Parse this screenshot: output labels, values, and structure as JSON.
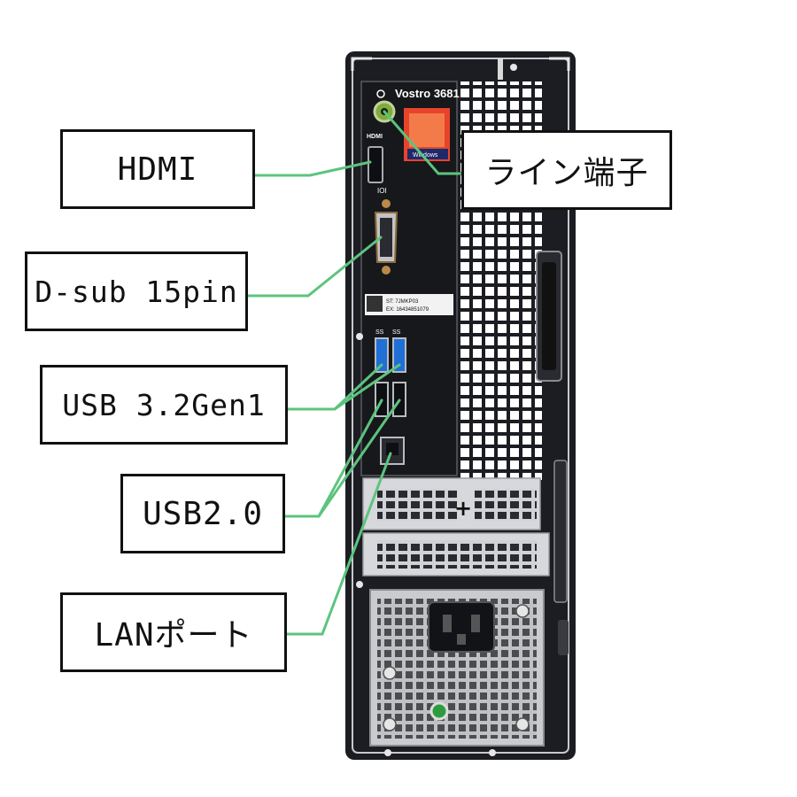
{
  "device": {
    "model_label": "Vostro 3681",
    "port_marks": {
      "hdmi": "HDMI",
      "usb3_a": "SS",
      "usb3_b": "SS",
      "vga": "IOI"
    },
    "sticker_lines": [
      "ST: 7JMKP03",
      "EX: 16434851079"
    ],
    "os_badge": "Windows"
  },
  "callouts": [
    {
      "id": "hdmi",
      "label": "HDMI"
    },
    {
      "id": "dsub",
      "label": "D-sub 15pin"
    },
    {
      "id": "usb32",
      "label": "USB 3.2Gen1"
    },
    {
      "id": "usb20",
      "label": "USB2.0"
    },
    {
      "id": "lan",
      "label": "LANポート"
    },
    {
      "id": "line",
      "label": "ライン端子"
    }
  ],
  "colors": {
    "leader": "#5cc47e",
    "chassis": "#1c1d22",
    "metal": "#c9cbce",
    "usb3_blue": "#1f6fd6",
    "power_led": "#2e9c3e"
  }
}
